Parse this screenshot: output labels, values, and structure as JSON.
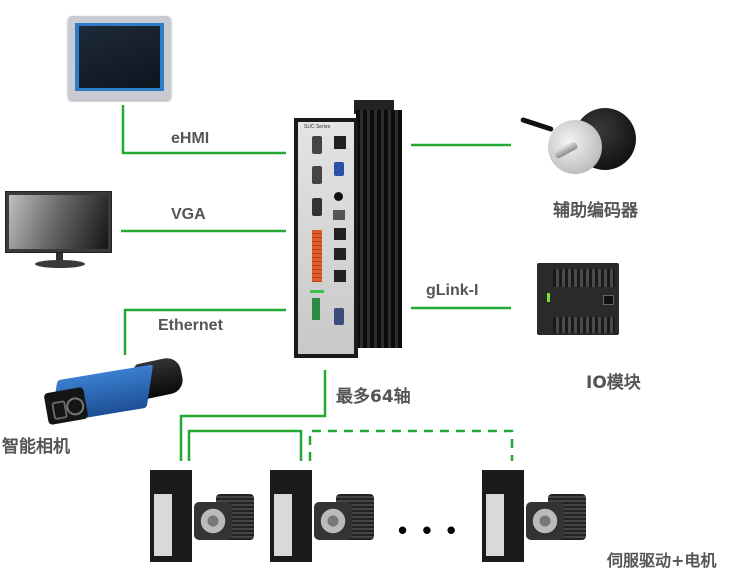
{
  "diagram": {
    "title": "Motion controller system topology",
    "line_color": "#22aa33",
    "connections": {
      "ehmi": "eHMI",
      "vga": "VGA",
      "ethernet": "Ethernet",
      "glink": "gLink-I",
      "axes": "最多64轴"
    },
    "devices": {
      "controller_brand": "SUC Series",
      "encoder": "辅助编码器",
      "io_module": "IO模块",
      "camera": "智能相机",
      "servo": "伺服驱动+电机"
    },
    "servo_units_shown": 3,
    "ellipsis": "• • •"
  }
}
